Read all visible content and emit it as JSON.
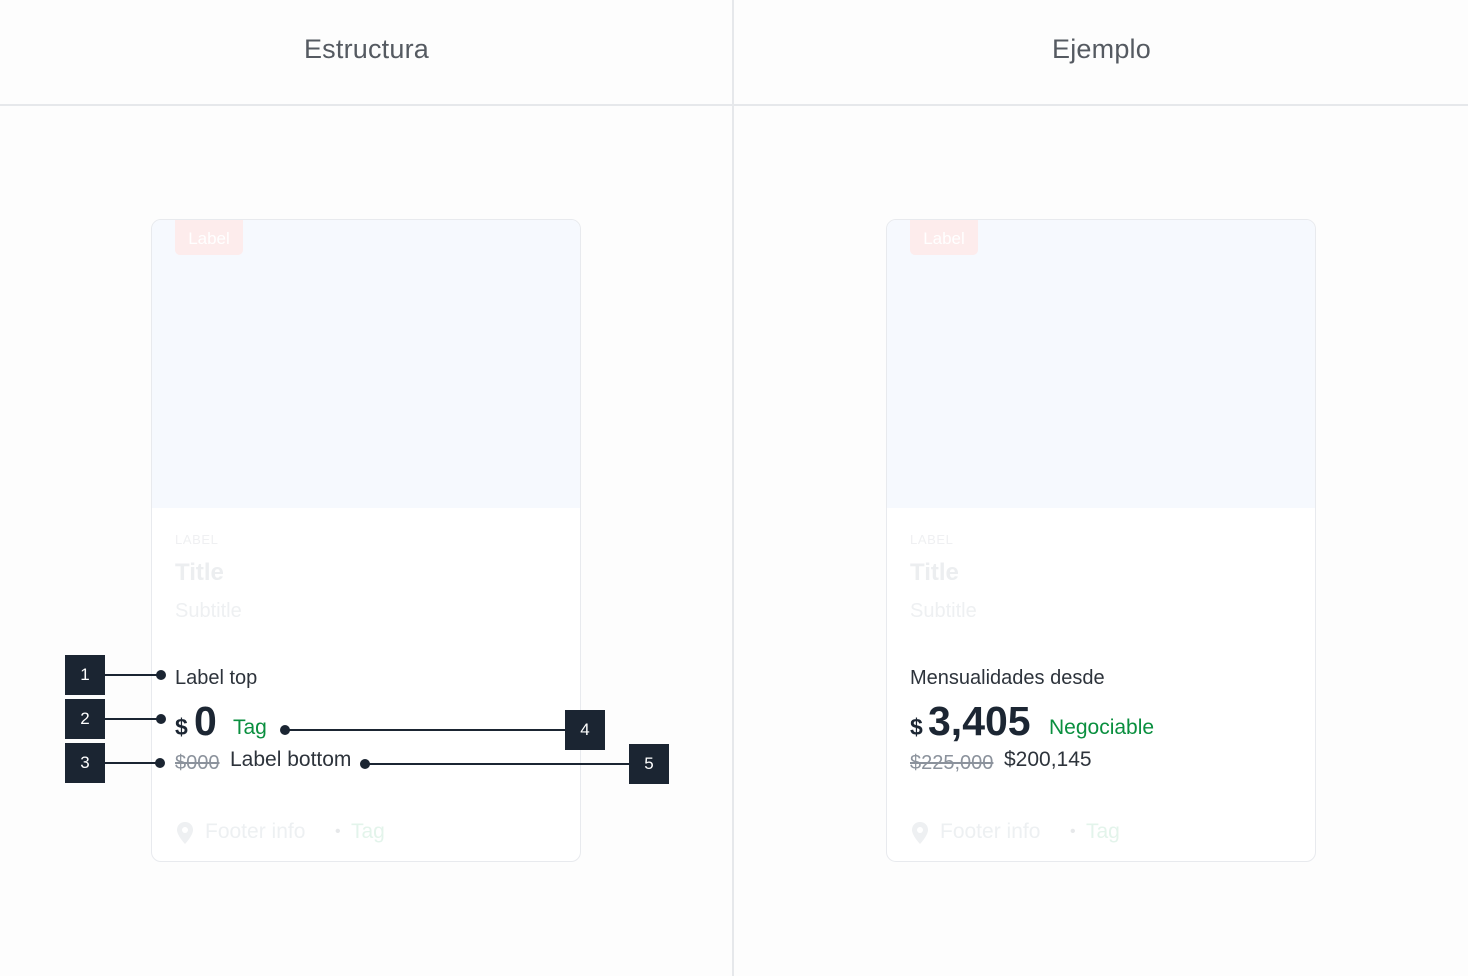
{
  "columns": {
    "structure_title": "Estructura",
    "example_title": "Ejemplo"
  },
  "structure_card": {
    "badge": "Label",
    "overline": "LABEL",
    "title": "Title",
    "subtitle": "Subtitle",
    "label_top": "Label top",
    "currency": "$",
    "amount": "0",
    "tag": "Tag",
    "old_price": "$000",
    "label_bottom": "Label bottom",
    "footer_info": "Footer info",
    "footer_separator": "•",
    "footer_tag": "Tag"
  },
  "example_card": {
    "badge": "Label",
    "overline": "LABEL",
    "title": "Title",
    "subtitle": "Subtitle",
    "label_top": "Mensualidades desde",
    "currency": "$",
    "amount": "3,405",
    "tag": "Negociable",
    "old_price": "$225,000",
    "label_bottom": "$200,145",
    "footer_info": "Footer info",
    "footer_separator": "•",
    "footer_tag": "Tag"
  },
  "markers": [
    "1",
    "2",
    "3",
    "4",
    "5"
  ],
  "colors": {
    "accent_green": "#0a8f3f",
    "marker_bg": "#1b2532",
    "image_bg": "#f6f9fe",
    "badge_bg": "#fdecec"
  },
  "icons": {
    "footer": "location-pin-icon"
  }
}
